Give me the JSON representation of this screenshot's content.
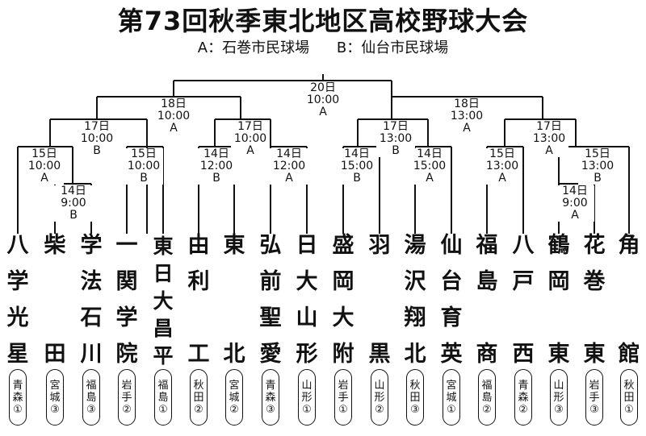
{
  "title": "第73回秋季東北地区高校野球大会",
  "venues": [
    "A：石巻市民球場",
    "B：仙台市民球場"
  ],
  "matches": [
    {
      "id": "final",
      "date": "20日",
      "time": "10:00",
      "venue": "A"
    },
    {
      "id": "semi-left",
      "date": "18日",
      "time": "10:00",
      "venue": "A"
    },
    {
      "id": "semi-right",
      "date": "18日",
      "time": "13:00",
      "venue": "A"
    },
    {
      "id": "qf-1",
      "date": "17日",
      "time": "10:00",
      "venue": "B"
    },
    {
      "id": "qf-2",
      "date": "17日",
      "time": "10:00",
      "venue": "A"
    },
    {
      "id": "qf-3",
      "date": "17日",
      "time": "13:00",
      "venue": "B"
    },
    {
      "id": "qf-4",
      "date": "17日",
      "time": "13:00",
      "venue": "A"
    },
    {
      "id": "r2-1",
      "date": "15日",
      "time": "10:00",
      "venue": "A"
    },
    {
      "id": "r2-2",
      "date": "15日",
      "time": "10:00",
      "venue": "B"
    },
    {
      "id": "r2-3",
      "date": "14日",
      "time": "12:00",
      "venue": "B"
    },
    {
      "id": "r2-4",
      "date": "14日",
      "time": "12:00",
      "venue": "A"
    },
    {
      "id": "r2-5",
      "date": "14日",
      "time": "15:00",
      "venue": "B"
    },
    {
      "id": "r2-6",
      "date": "14日",
      "time": "15:00",
      "venue": "A"
    },
    {
      "id": "r2-7",
      "date": "15日",
      "time": "13:00",
      "venue": "A"
    },
    {
      "id": "r2-8",
      "date": "15日",
      "time": "13:00",
      "venue": "B"
    },
    {
      "id": "r1-left",
      "date": "14日",
      "time": "9:00",
      "venue": "B"
    },
    {
      "id": "r1-right",
      "date": "14日",
      "time": "9:00",
      "venue": "A"
    }
  ],
  "teams": [
    {
      "name": "八学光星",
      "pref": "青森",
      "seed": "①"
    },
    {
      "name": "柴田",
      "pref": "宮城",
      "seed": "③"
    },
    {
      "name": "学法石川",
      "pref": "福島",
      "seed": "③"
    },
    {
      "name": "一関学院",
      "pref": "岩手",
      "seed": "②"
    },
    {
      "name": "東日大昌平",
      "pref": "福島",
      "seed": "①"
    },
    {
      "name": "由利工",
      "pref": "秋田",
      "seed": "②"
    },
    {
      "name": "東北",
      "pref": "宮城",
      "seed": "②"
    },
    {
      "name": "弘前聖愛",
      "pref": "青森",
      "seed": "③"
    },
    {
      "name": "日大山形",
      "pref": "山形",
      "seed": "①"
    },
    {
      "name": "盛岡大附",
      "pref": "岩手",
      "seed": "①"
    },
    {
      "name": "羽黒",
      "pref": "山形",
      "seed": "②"
    },
    {
      "name": "湯沢翔北",
      "pref": "秋田",
      "seed": "③"
    },
    {
      "name": "仙台育英",
      "pref": "宮城",
      "seed": "①"
    },
    {
      "name": "福島商",
      "pref": "福島",
      "seed": "②"
    },
    {
      "name": "八戸西",
      "pref": "青森",
      "seed": "②"
    },
    {
      "name": "鶴岡東",
      "pref": "山形",
      "seed": "③"
    },
    {
      "name": "花巻東",
      "pref": "岩手",
      "seed": "③"
    },
    {
      "name": "角館",
      "pref": "秋田",
      "seed": "①"
    }
  ]
}
